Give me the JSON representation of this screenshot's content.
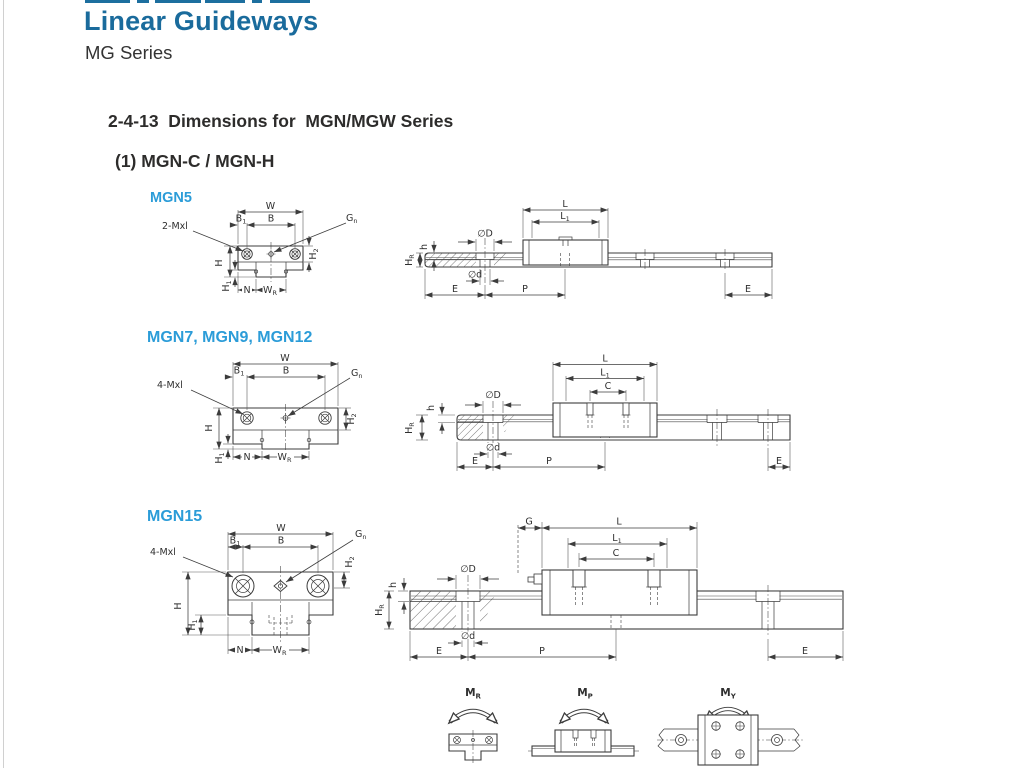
{
  "page": {
    "title": "Linear Guideways",
    "series": "MG Series",
    "section": "2-4-13  Dimensions for  MGN/MGW Series",
    "subsection": "(1) MGN-C / MGN-H"
  },
  "colors": {
    "title_blue": "#1a6b9c",
    "model_blue": "#2b9cd8",
    "ink": "#3c3c3c"
  },
  "models": {
    "m5": "MGN5",
    "m7": "MGN7, MGN9, MGN12",
    "m15": "MGN15"
  },
  "dims": {
    "w": {
      "t": "W"
    },
    "b": {
      "t": "B"
    },
    "b1": {
      "t": "B",
      "s": "1"
    },
    "gn": {
      "t": "G",
      "s": "n"
    },
    "mx2": {
      "t": "2-Mxl"
    },
    "mx4": {
      "t": "4-Mxl"
    },
    "hbig": {
      "t": "H"
    },
    "h1": {
      "t": "H",
      "s": "1"
    },
    "h2": {
      "t": "H",
      "s": "2"
    },
    "n": {
      "t": "N"
    },
    "wr": {
      "t": "W",
      "s": "R"
    },
    "l": {
      "t": "L"
    },
    "l1": {
      "t": "L",
      "s": "1"
    },
    "c": {
      "t": "C"
    },
    "g": {
      "t": "G"
    },
    "dD": {
      "t": "∅D"
    },
    "dd": {
      "t": "∅d"
    },
    "hsm": {
      "t": "h"
    },
    "hr": {
      "t": "H",
      "s": "R"
    },
    "e": {
      "t": "E"
    },
    "p": {
      "t": "P"
    },
    "mr": {
      "t": "M",
      "s": "R"
    },
    "mp": {
      "t": "M",
      "s": "P"
    },
    "my": {
      "t": "M",
      "s": "Y"
    }
  }
}
